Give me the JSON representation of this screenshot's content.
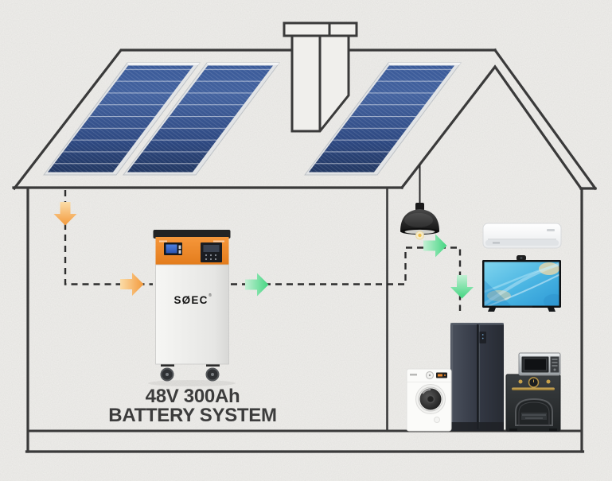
{
  "scene": {
    "title": "solar-home-energy-system-diagram",
    "caption": {
      "line1": "48V 300Ah",
      "line2": "BATTERY SYSTEM"
    },
    "battery": {
      "brand": "SØEC",
      "trademark": "®"
    },
    "colors": {
      "background": "#F0EFEC",
      "outline": "#3A3A3A",
      "solar_panel_blue": "#35528E",
      "battery_orange": "#EE8727",
      "solar_flow_arrow": "#F39A3C",
      "load_flow_arrow": "#44D581",
      "tv_screen": "#4FC3E8",
      "oven_gold": "#C9A24B"
    },
    "components": {
      "house": "house-outline",
      "chimney": "chimney",
      "solar_panels": [
        "solar-panel-1",
        "solar-panel-2",
        "solar-panel-3"
      ],
      "battery": "battery-system-unit",
      "lamp": "pendant-lamp",
      "appliances": [
        "air-conditioner",
        "television",
        "refrigerator",
        "washing-machine",
        "microwave",
        "oven"
      ]
    },
    "flows": [
      {
        "name": "solar-to-battery",
        "color": "#F39A3C"
      },
      {
        "name": "battery-to-loads",
        "color": "#44D581"
      }
    ]
  }
}
